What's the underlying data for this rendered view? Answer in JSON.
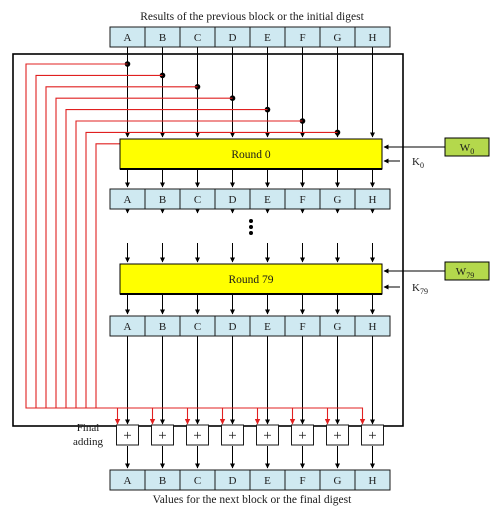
{
  "top_caption": "Results of the previous block or the initial digest",
  "bottom_caption": "Values for the next block or the final digest",
  "registers": [
    "A",
    "B",
    "C",
    "D",
    "E",
    "F",
    "G",
    "H"
  ],
  "round_first": {
    "label": "Round 0",
    "w_base": "W",
    "w_sub": "0",
    "k_base": "K",
    "k_sub": "0"
  },
  "round_last": {
    "label": "Round 79",
    "w_base": "W",
    "w_sub": "79",
    "k_base": "K",
    "k_sub": "79"
  },
  "final_adding": {
    "line1": "Final",
    "line2": "adding"
  },
  "adder_symbol": "+",
  "colors": {
    "register_fill": "#cfe9f1",
    "round_fill": "#ffff00",
    "word_fill": "#b4d84c",
    "feedback_line": "#e02020",
    "line": "#000000"
  }
}
